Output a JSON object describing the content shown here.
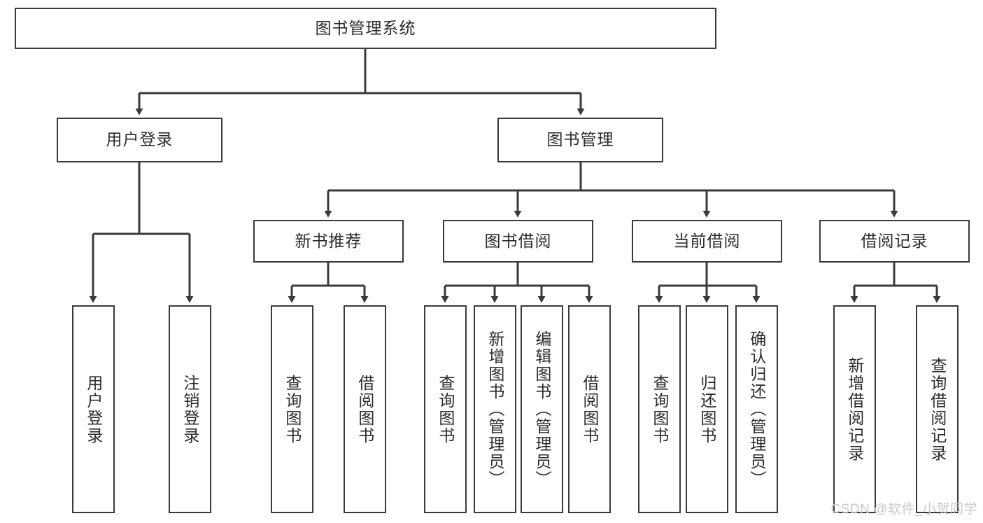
{
  "diagram": {
    "title": "图书管理系统",
    "type": "tree",
    "root": {
      "label": "图书管理系统"
    },
    "level2": [
      {
        "id": "user-login",
        "label": "用户登录"
      },
      {
        "id": "book-management",
        "label": "图书管理"
      }
    ],
    "level3": [
      {
        "id": "new-book-recommend",
        "label": "新书推荐",
        "parent": "book-management"
      },
      {
        "id": "book-borrow",
        "label": "图书借阅",
        "parent": "book-management"
      },
      {
        "id": "current-borrow",
        "label": "当前借阅",
        "parent": "book-management"
      },
      {
        "id": "borrow-record",
        "label": "借阅记录",
        "parent": "book-management"
      }
    ],
    "leaves": [
      {
        "id": "leaf-user-login",
        "label": "用户登录",
        "parent": "user-login"
      },
      {
        "id": "leaf-logout",
        "label": "注销登录",
        "parent": "user-login"
      },
      {
        "id": "leaf-query-book-1",
        "label": "查询图书",
        "parent": "new-book-recommend"
      },
      {
        "id": "leaf-borrow-book-1",
        "label": "借阅图书",
        "parent": "new-book-recommend"
      },
      {
        "id": "leaf-query-book-2",
        "label": "查询图书",
        "parent": "book-borrow"
      },
      {
        "id": "leaf-add-book",
        "label": "新增图书（管理员）",
        "parent": "book-borrow"
      },
      {
        "id": "leaf-edit-book",
        "label": "编辑图书（管理员）",
        "parent": "book-borrow"
      },
      {
        "id": "leaf-borrow-book-2",
        "label": "借阅图书",
        "parent": "book-borrow"
      },
      {
        "id": "leaf-query-book-3",
        "label": "查询图书",
        "parent": "current-borrow"
      },
      {
        "id": "leaf-return-book",
        "label": "归还图书",
        "parent": "current-borrow"
      },
      {
        "id": "leaf-confirm-return",
        "label": "确认归还（管理员）",
        "parent": "current-borrow"
      },
      {
        "id": "leaf-add-record",
        "label": "新增借阅记录",
        "parent": "borrow-record"
      },
      {
        "id": "leaf-query-record",
        "label": "查询借阅记录",
        "parent": "borrow-record"
      }
    ],
    "colors": {
      "stroke": "#3a3a3a",
      "fill": "#ffffff",
      "text": "#2b2b2b",
      "watermark": "#c9c9c9"
    }
  },
  "watermark": {
    "text": "CSDN @软件_小贺同学"
  }
}
